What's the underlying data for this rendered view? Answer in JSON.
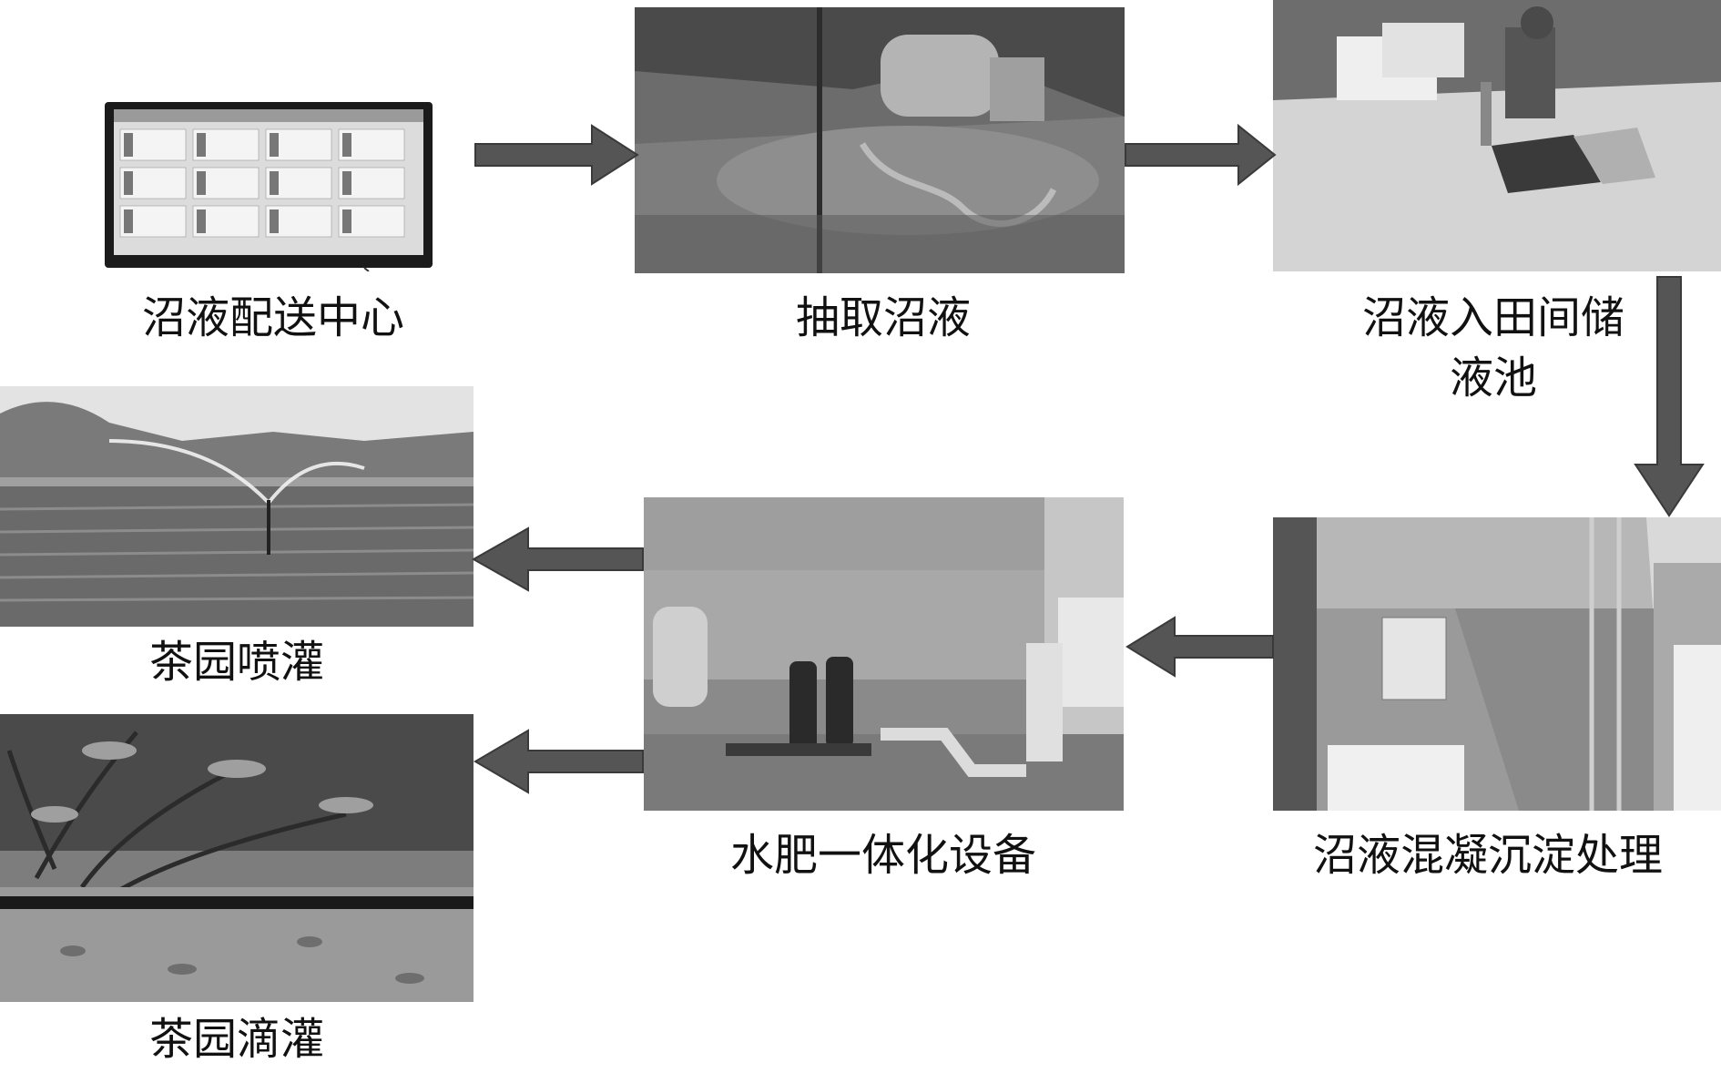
{
  "steps": [
    {
      "id": "center",
      "label": "沼液配送中心"
    },
    {
      "id": "extract",
      "label": "抽取沼液"
    },
    {
      "id": "storage",
      "label_line1": "沼液入田间储",
      "label_line2": "液池"
    },
    {
      "id": "treatment",
      "label": "沼液混凝沉淀处理"
    },
    {
      "id": "fertigation",
      "label": "水肥一体化设备"
    },
    {
      "id": "sprinkler",
      "label": "茶园喷灌"
    },
    {
      "id": "drip",
      "label": "茶园滴灌"
    }
  ],
  "colors": {
    "arrow_fill": "#555555",
    "arrow_edge": "#3a3a3a",
    "text": "#111111"
  }
}
